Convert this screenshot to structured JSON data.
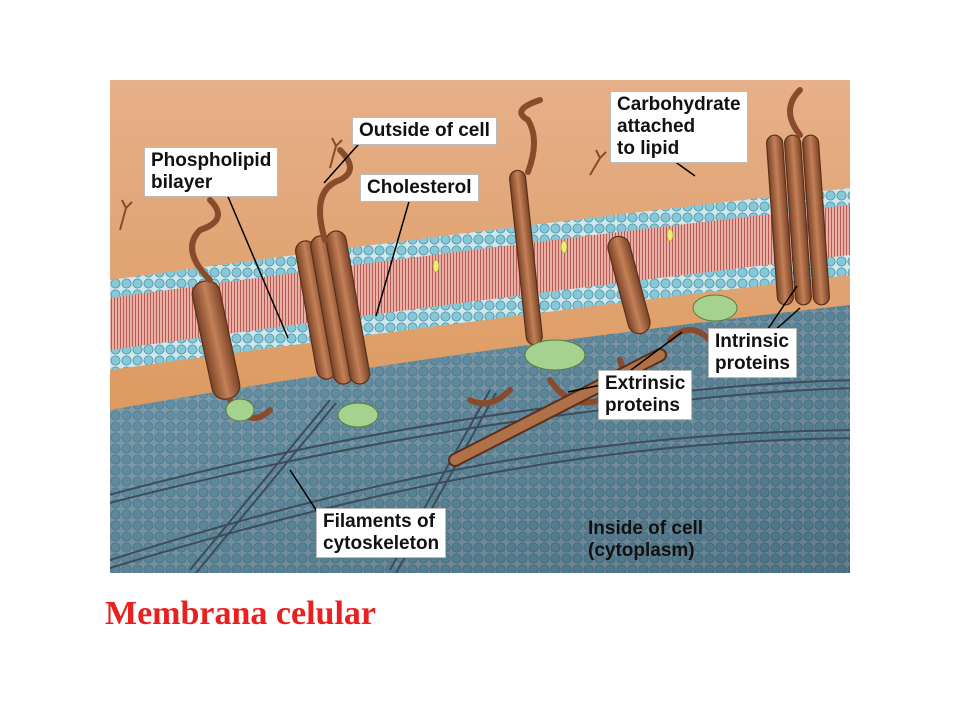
{
  "diagram": {
    "labels": {
      "phospholipid": "Phospholipid\nbilayer",
      "outside": "Outside of cell",
      "cholesterol": "Cholesterol",
      "carbohydrate": "Carbohydrate\nattached\nto lipid",
      "intrinsic": "Intrinsic\nproteins",
      "extrinsic": "Extrinsic\nproteins",
      "filaments": "Filaments of\ncytoskeleton",
      "inside": "Inside of cell\n(cytoplasm)"
    },
    "colors": {
      "outside": "#e2a470",
      "inside": "#3d5d70",
      "head": "#86c8d8",
      "tail": "#d67a6e",
      "protein": "#a3623e",
      "extrinsic_green": "#a5d38f",
      "filament": "#3c4c5c"
    }
  },
  "caption": "Membrana celular"
}
